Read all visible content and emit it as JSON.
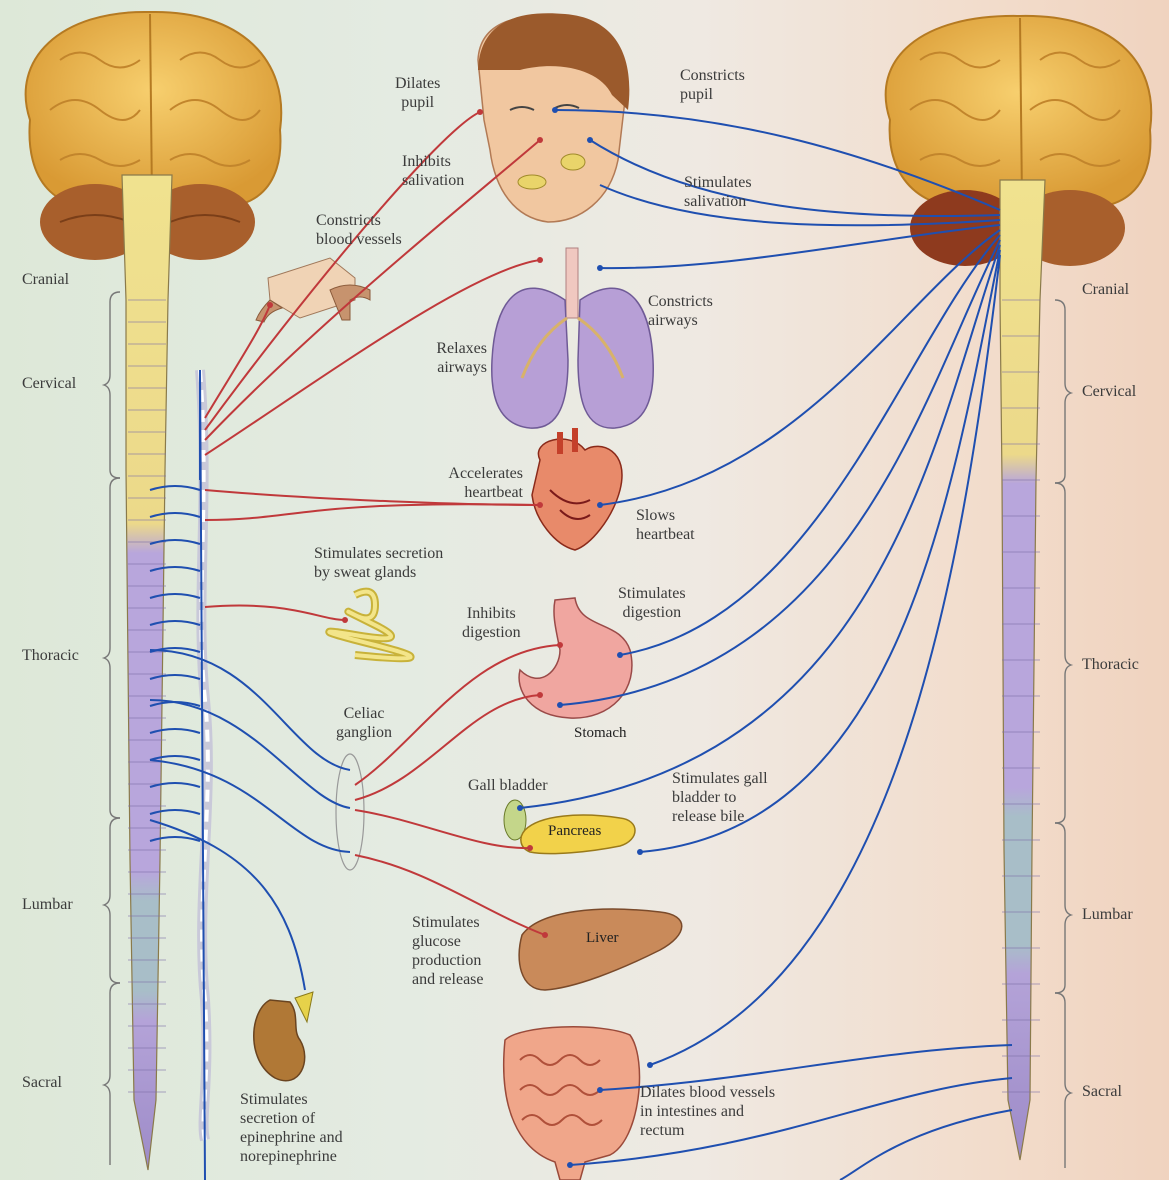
{
  "left_regions": {
    "cranial": "Cranial",
    "cervical": "Cervical",
    "thoracic": "Thoracic",
    "lumbar": "Lumbar",
    "sacral": "Sacral"
  },
  "right_regions": {
    "cranial": "Cranial",
    "cervical": "Cervical",
    "thoracic": "Thoracic",
    "lumbar": "Lumbar",
    "sacral": "Sacral"
  },
  "effects": {
    "dilates_pupil": "Dilates\npupil",
    "constricts_pupil": "Constricts\npupil",
    "inhibits_salivation": "Inhibits\nsalivation",
    "stimulates_salivation": "Stimulates\nsalivation",
    "constricts_blood_vessels": "Constricts\nblood vessels",
    "constricts_airways": "Constricts\nairways",
    "relaxes_airways": "Relaxes\nairways",
    "accelerates_heartbeat": "Accelerates\nheartbeat",
    "slows_heartbeat": "Slows\nheartbeat",
    "sweat_glands": "Stimulates secretion\nby sweat glands",
    "inhibits_digestion": "Inhibits\ndigestion",
    "stimulates_digestion": "Stimulates\ndigestion",
    "celiac_ganglion": "Celiac\nganglion",
    "stomach": "Stomach",
    "gall_bladder": "Gall bladder",
    "stimulates_gall_bladder": "Stimulates gall\nbladder to\nrelease bile",
    "pancreas": "Pancreas",
    "glucose": "Stimulates\nglucose\nproduction\nand release",
    "liver": "Liver",
    "epinephrine": "Stimulates\nsecretion of\nepinephrine and\nnorepinephrine",
    "dilates_intestines": "Dilates blood vessels\nin intestines and\nrectum"
  },
  "colors": {
    "sympathetic": "#c0393b",
    "parasympathetic": "#1f4fb0",
    "brain": "#e9b24a",
    "cord_upper": "#efe096",
    "cord_mid": "#b9a8d8",
    "cord_lumbar": "#9fb8c4"
  }
}
